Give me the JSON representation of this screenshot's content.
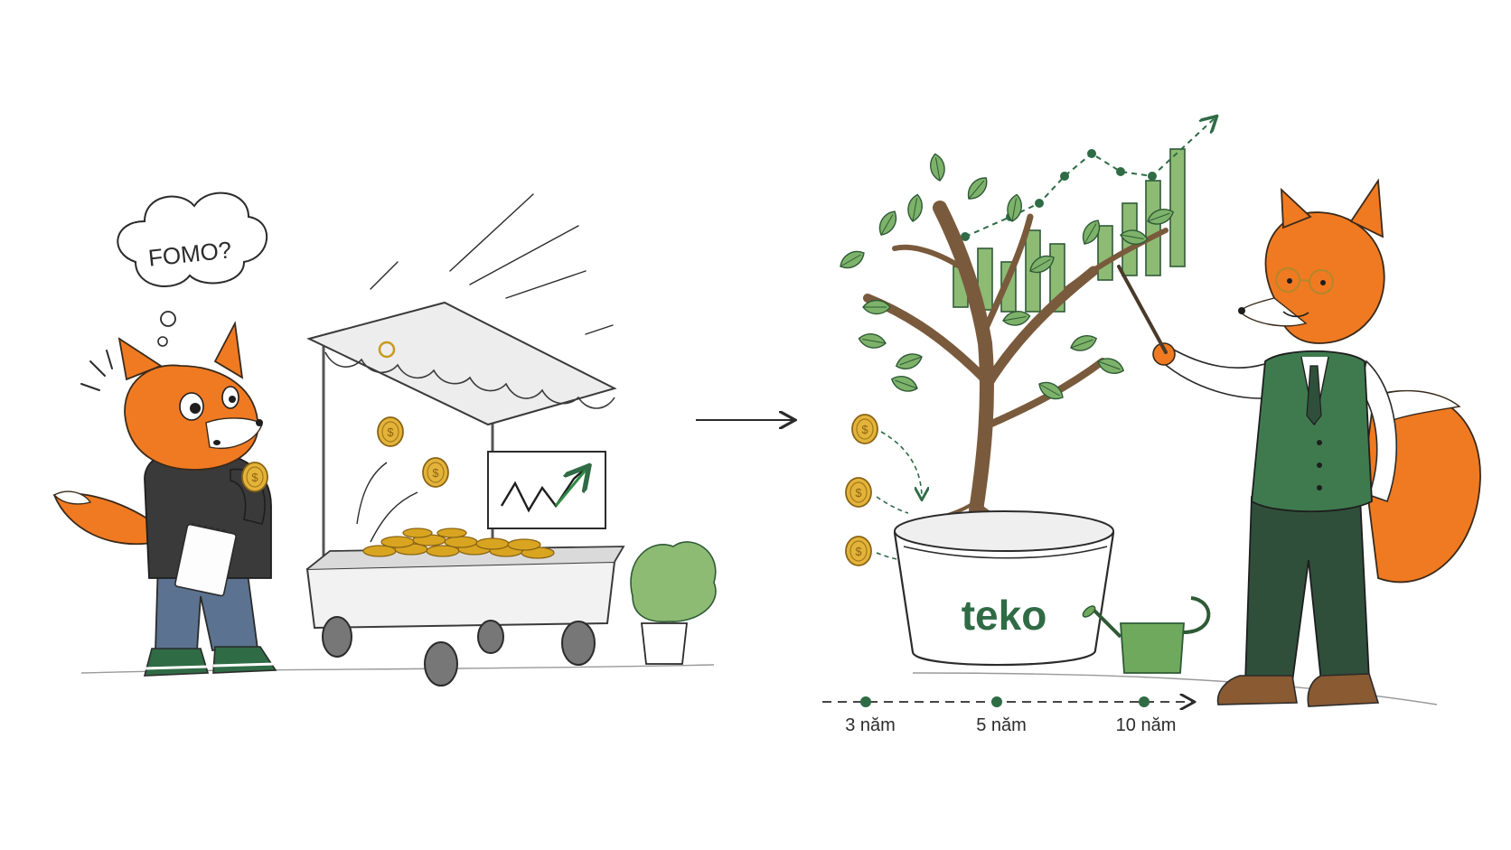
{
  "thought_bubble": {
    "text": "FOMO?"
  },
  "pot": {
    "brand": "teko"
  },
  "timeline": {
    "milestones": [
      {
        "label": "3 năm"
      },
      {
        "label": "5 năm"
      },
      {
        "label": "10 năm"
      }
    ]
  },
  "colors": {
    "fox_orange": "#F07A22",
    "green_dark": "#2F6B45",
    "green_light": "#7DB26A",
    "coin_gold": "#D9A521",
    "ink": "#2B2B2B",
    "hoodie": "#3A3A3A",
    "jeans": "#5B7390"
  }
}
